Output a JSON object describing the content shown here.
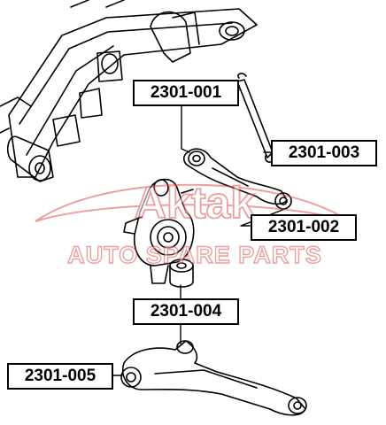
{
  "watermark": {
    "brand": "Aktak",
    "tagline": "AUTO SPARE PARTS",
    "color": "#e05050"
  },
  "parts": [
    {
      "id": "part-001",
      "label": "2301-001"
    },
    {
      "id": "part-003",
      "label": "2301-003"
    },
    {
      "id": "part-002",
      "label": "2301-002"
    },
    {
      "id": "part-004",
      "label": "2301-004"
    },
    {
      "id": "part-005",
      "label": "2301-005"
    }
  ],
  "colors": {
    "line": "#000000",
    "background": "#ffffff"
  }
}
